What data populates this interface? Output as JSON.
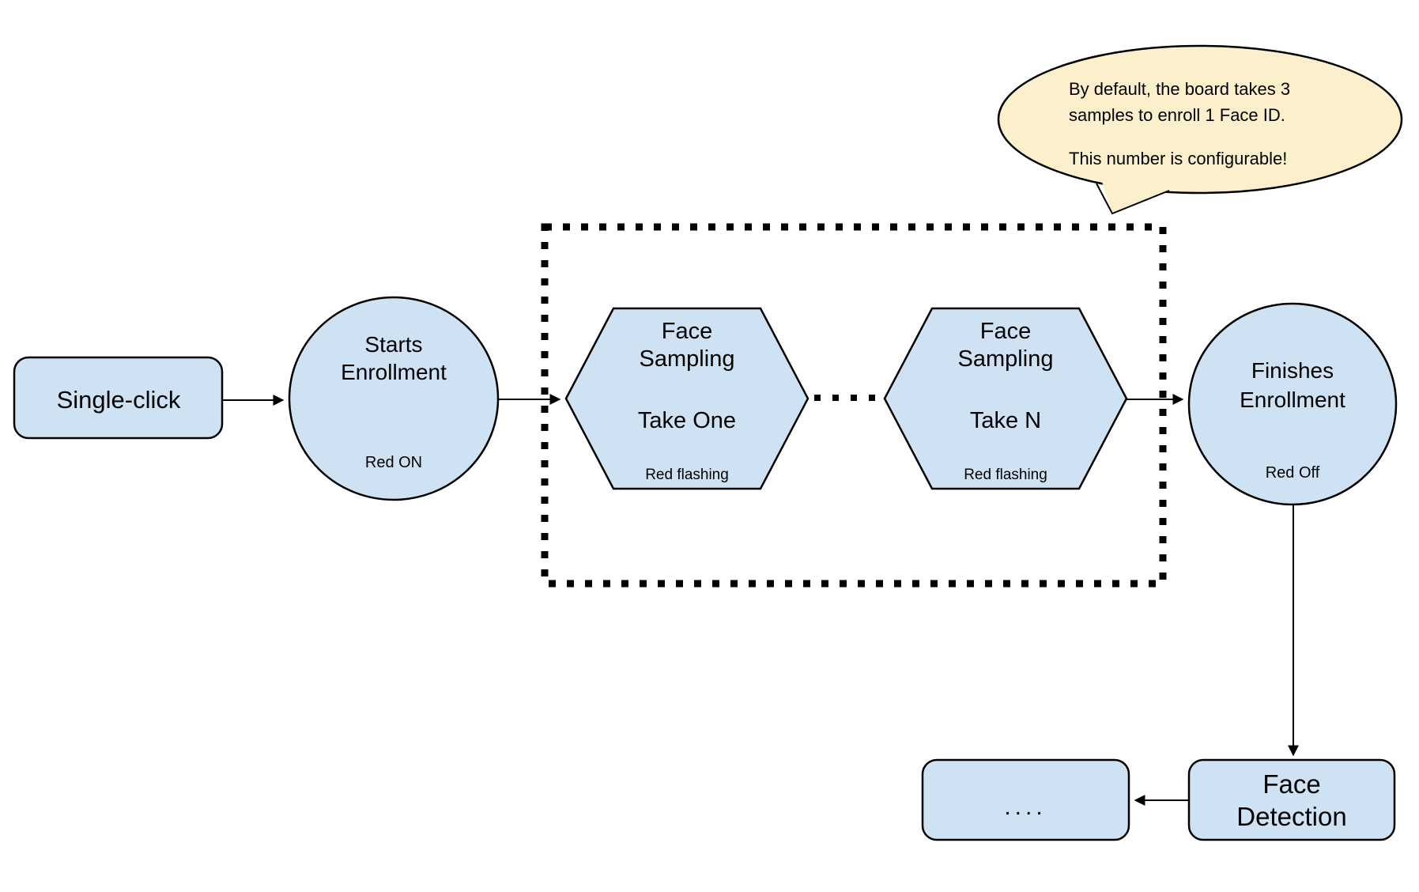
{
  "colors": {
    "node_fill": "#CFE2F3",
    "callout_fill": "#FBF0CB",
    "stroke": "#000000",
    "background": "#FFFFFF"
  },
  "callout": {
    "line1": "By default, the board takes 3",
    "line2": "samples to enroll 1 Face ID.",
    "line3": "This number is configurable!"
  },
  "nodes": {
    "single_click": {
      "label": "Single-click"
    },
    "starts_enrollment": {
      "line1": "Starts",
      "line2": "Enrollment",
      "status": "Red ON"
    },
    "sample_one": {
      "line1": "Face",
      "line2": "Sampling",
      "take": "Take One",
      "status": "Red flashing"
    },
    "sample_n": {
      "line1": "Face",
      "line2": "Sampling",
      "take": "Take N",
      "status": "Red flashing"
    },
    "finishes_enrollment": {
      "line1": "Finishes",
      "line2": "Enrollment",
      "status": "Red Off"
    },
    "face_detection": {
      "line1": "Face",
      "line2": "Detection"
    },
    "continuation": {
      "label": "...."
    }
  }
}
